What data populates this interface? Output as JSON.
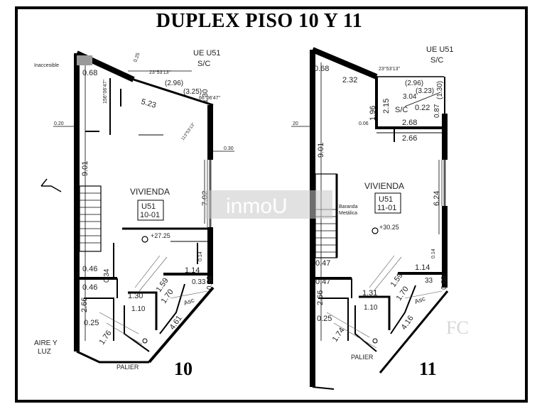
{
  "title": "DUPLEX PISO 10 Y 11",
  "watermark": "inmoU",
  "watermark_corner": "FC",
  "plan_left": {
    "floor_label": "10",
    "room_name": "VIVIENDA",
    "unit_code": "U51",
    "unit_number": "10-01",
    "level": "+27.25",
    "ue_label": "UE U51",
    "sc_label": "S/C",
    "inaccessible": "Inaccesible",
    "aire_luz_1": "AIRE Y",
    "aire_luz_2": "LUZ",
    "palier": "PALIER",
    "asc": "Asc",
    "dims": {
      "d068": "0.68",
      "d523": "5.23",
      "d296": "(2.96)",
      "d325": "(3.25)",
      "d130": "1.30",
      "d901": "9.01",
      "d702": "7.02",
      "d020": "0.20",
      "d030": "0.30",
      "d046a": "0.46",
      "d046b": "0.46",
      "d034": "0.34",
      "d114": "1.14",
      "d014": "0.14",
      "d130b": "1.30",
      "d159": "1.59",
      "d170": "1.70",
      "d110": "1.10",
      "d266": "2.66",
      "d025": "0.25",
      "d176": "1.76",
      "d461": "4.61",
      "d088": "0.88",
      "d033": "0.33",
      "a1": "23°53'13\"",
      "a2": "66°06'47\"",
      "a3": "156°06'47\"",
      "a4": "113°53'13\"",
      "a5": "0.25"
    }
  },
  "plan_right": {
    "floor_label": "11",
    "room_name": "VIVIENDA",
    "unit_code": "U51",
    "unit_number": "11-01",
    "level": "+30.25",
    "ue_label": "UE U51",
    "sc_label": "S/C",
    "sc_label2": "S/C",
    "baranda_1": "Baranda",
    "baranda_2": "Metálica",
    "palier": "PALIER",
    "asc": "Asc",
    "dims": {
      "d068": "0.68",
      "d232": "2.32",
      "d296": "(2.96)",
      "d323": "(3.23)",
      "d304": "3.04",
      "d130": "(1.30)",
      "d215": "2.15",
      "d196": "1.96",
      "d022": "0.22",
      "d087": "0.87",
      "d268": "2.68",
      "d266": "2.66",
      "d006": "0.06",
      "d901": "9.01",
      "d624": "6.24",
      "d020": "20",
      "d047a": "0.47",
      "d047b": "0.47",
      "d114": "1.14",
      "d014": "0.14",
      "d159": "1.59",
      "d131": "1.31",
      "d170": "1.70",
      "d110": "1.10",
      "d266b": "2.66",
      "d025": "0.25",
      "d174": "1.74",
      "d416": "4.16",
      "d088": "0.88",
      "d033": "33",
      "a1": "23°53'13\""
    }
  }
}
